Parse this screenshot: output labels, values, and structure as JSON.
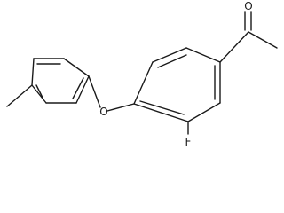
{
  "molecule": {
    "atoms": [
      {
        "id": "O1",
        "label": "O"
      },
      {
        "id": "O2",
        "label": "O"
      },
      {
        "id": "F1",
        "label": "F"
      }
    ]
  },
  "colors": {
    "bond": "#1a1a1a",
    "background": "#ffffff"
  }
}
